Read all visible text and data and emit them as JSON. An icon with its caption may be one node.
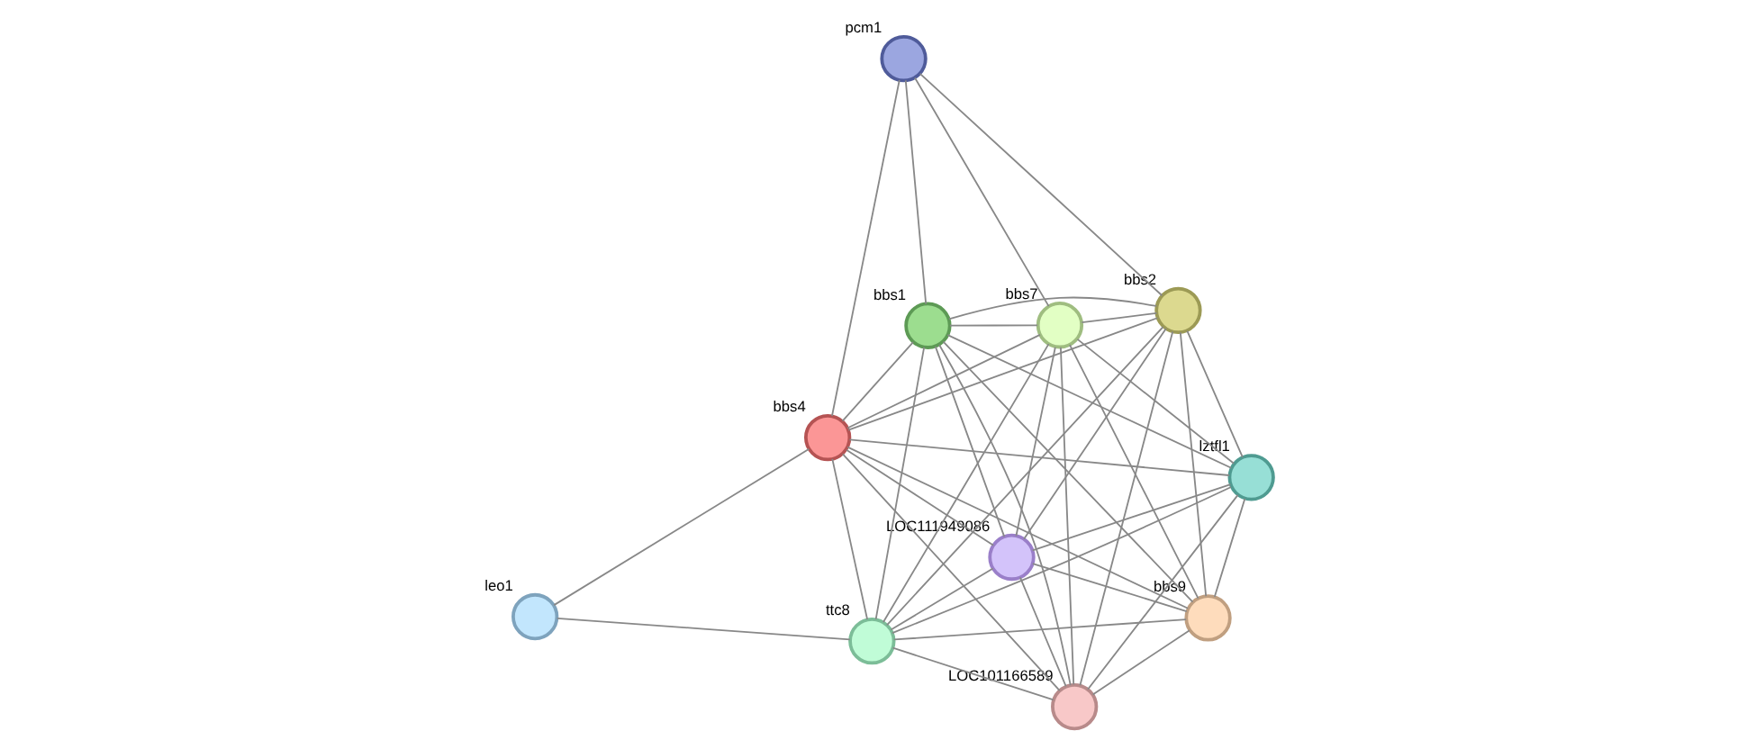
{
  "diagram": {
    "nodes": [
      {
        "text": [],
        "shape": "circle",
        "beside": [
          "LOC111949086"
        ]
      },
      {
        "text": [],
        "shape": "circle",
        "beside": [
          "pcm1"
        ]
      },
      {
        "text": [],
        "shape": "circle",
        "beside": [
          "bbs2"
        ]
      },
      {
        "text": [],
        "shape": "circle",
        "beside": [
          "bbs7"
        ]
      },
      {
        "text": [],
        "shape": "circle",
        "beside": [
          "lztfl1"
        ]
      },
      {
        "text": [],
        "shape": "circle",
        "beside": [
          "bbs1"
        ]
      },
      {
        "text": [],
        "shape": "circle",
        "beside": [
          "bbs4"
        ]
      },
      {
        "text": [],
        "shape": "circle",
        "beside": [
          "bbs9"
        ]
      },
      {
        "text": [],
        "shape": "circle",
        "beside": [
          "ttc8"
        ]
      },
      {
        "text": [],
        "shape": "circle",
        "beside": [
          "LOC101166589"
        ]
      },
      {
        "text": [],
        "shape": "circle",
        "beside": [
          "leo1"
        ]
      }
    ],
    "edges": [
      {
        "from": 1,
        "to": 3,
        "arrow": "none"
      },
      {
        "from": 1,
        "to": 2,
        "arrow": "none"
      },
      {
        "from": 1,
        "to": 5,
        "arrow": "none"
      },
      {
        "from": 1,
        "to": 6,
        "arrow": "none"
      },
      {
        "from": 0,
        "to": 2,
        "arrow": "none"
      },
      {
        "from": 0,
        "to": 3,
        "arrow": "none"
      },
      {
        "from": 0,
        "to": 4,
        "arrow": "none"
      },
      {
        "from": 0,
        "to": 5,
        "arrow": "none"
      },
      {
        "from": 0,
        "to": 6,
        "arrow": "none"
      },
      {
        "from": 0,
        "to": 7,
        "arrow": "none"
      },
      {
        "from": 0,
        "to": 8,
        "arrow": "none"
      },
      {
        "from": 0,
        "to": 9,
        "arrow": "none"
      },
      {
        "from": 2,
        "to": 3,
        "arrow": "none"
      },
      {
        "from": 2,
        "to": 4,
        "arrow": "none"
      },
      {
        "from": 2,
        "to": 5,
        "arrow": "none"
      },
      {
        "from": 2,
        "to": 6,
        "arrow": "none"
      },
      {
        "from": 2,
        "to": 7,
        "arrow": "none"
      },
      {
        "from": 2,
        "to": 8,
        "arrow": "none"
      },
      {
        "from": 2,
        "to": 9,
        "arrow": "none"
      },
      {
        "from": 3,
        "to": 4,
        "arrow": "none"
      },
      {
        "from": 3,
        "to": 5,
        "arrow": "none"
      },
      {
        "from": 3,
        "to": 6,
        "arrow": "none"
      },
      {
        "from": 3,
        "to": 7,
        "arrow": "none"
      },
      {
        "from": 3,
        "to": 8,
        "arrow": "none"
      },
      {
        "from": 3,
        "to": 9,
        "arrow": "none"
      },
      {
        "from": 4,
        "to": 5,
        "arrow": "none"
      },
      {
        "from": 4,
        "to": 6,
        "arrow": "none"
      },
      {
        "from": 4,
        "to": 7,
        "arrow": "none"
      },
      {
        "from": 4,
        "to": 8,
        "arrow": "none"
      },
      {
        "from": 4,
        "to": 9,
        "arrow": "none"
      },
      {
        "from": 5,
        "to": 6,
        "arrow": "none"
      },
      {
        "from": 5,
        "to": 7,
        "arrow": "none"
      },
      {
        "from": 5,
        "to": 8,
        "arrow": "none"
      },
      {
        "from": 5,
        "to": 9,
        "arrow": "none"
      },
      {
        "from": 6,
        "to": 7,
        "arrow": "none"
      },
      {
        "from": 6,
        "to": 8,
        "arrow": "none"
      },
      {
        "from": 6,
        "to": 9,
        "arrow": "none"
      },
      {
        "from": 7,
        "to": 8,
        "arrow": "none"
      },
      {
        "from": 7,
        "to": 9,
        "arrow": "none"
      },
      {
        "from": 8,
        "to": 9,
        "arrow": "none"
      },
      {
        "from": 6,
        "to": 10,
        "arrow": "none"
      },
      {
        "from": 8,
        "to": 10,
        "arrow": "none"
      }
    ]
  }
}
